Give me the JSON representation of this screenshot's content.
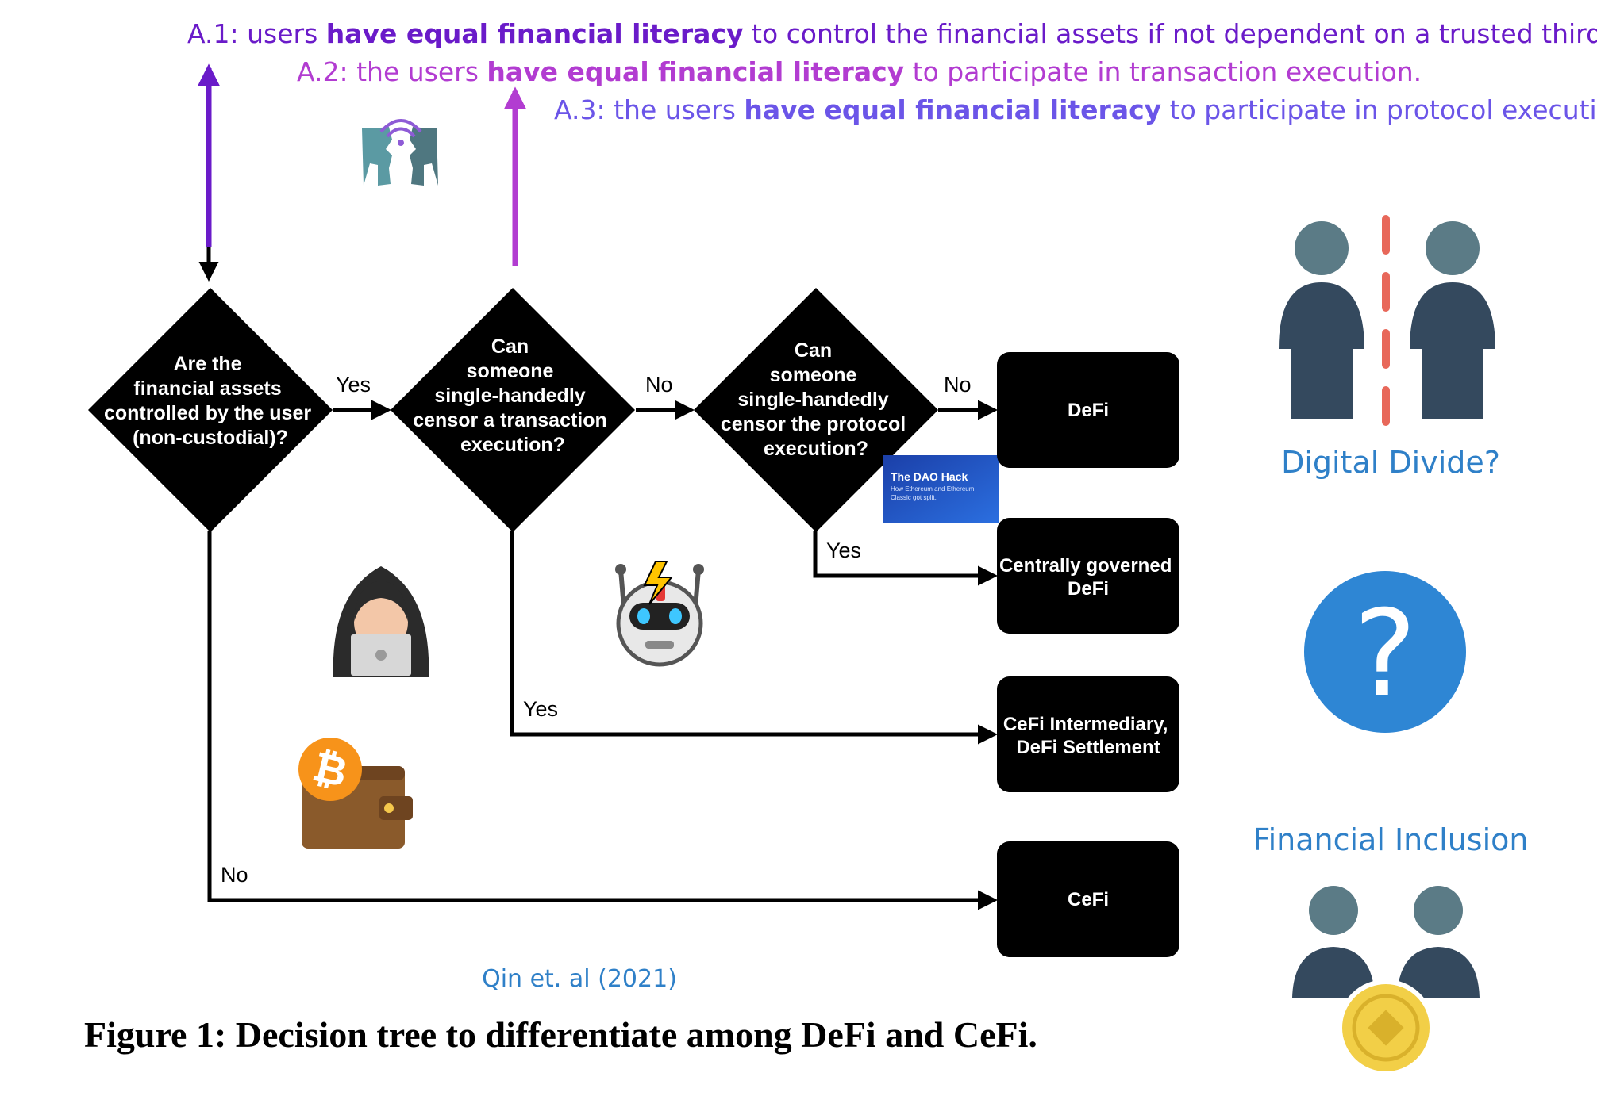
{
  "assumptions": [
    {
      "id": "A.1",
      "prefix": "A.1: users ",
      "bold": "have equal financial literacy",
      "suffix": " to control the financial assets if not dependent on a trusted third party.",
      "color": "#6a1bc9"
    },
    {
      "id": "A.2",
      "prefix": "A.2: the users ",
      "bold": "have equal financial literacy",
      "suffix": " to participate in transaction execution.",
      "color": "#b23cd1"
    },
    {
      "id": "A.3",
      "prefix": "A.3: the users ",
      "bold": "have equal financial literacy",
      "suffix": " to participate in protocol execution.",
      "color": "#6b55e8"
    }
  ],
  "decisions": {
    "d1": [
      "Are the",
      "financial assets",
      "controlled by the user",
      "(non-custodial)?"
    ],
    "d2": [
      "Can",
      "someone",
      "single-handedly",
      "censor a transaction",
      "execution?"
    ],
    "d3": [
      "Can",
      "someone",
      "single-handedly",
      "censor the protocol",
      "execution?"
    ]
  },
  "edges": {
    "d1_yes": "Yes",
    "d2_no": "No",
    "d3_no": "No",
    "d3_yes": "Yes",
    "d2_yes": "Yes",
    "d1_no": "No"
  },
  "outcomes": {
    "defi": [
      "DeFi"
    ],
    "central": [
      "Centrally governed",
      "DeFi"
    ],
    "hybrid": [
      "CeFi Intermediary,",
      "DeFi Settlement"
    ],
    "cefi": [
      "CeFi"
    ]
  },
  "dao_thumb": {
    "title": "The DAO Hack",
    "subtitle": [
      "How Ethereum and Ethereum",
      "Classic got split."
    ]
  },
  "side": {
    "digital_divide": "Digital Divide?",
    "question_mark": "?",
    "financial_inclusion": "Financial Inclusion"
  },
  "citation": "Qin et. al (2021)",
  "caption": "Figure 1: Decision tree to differentiate among DeFi and CeFi.",
  "colors": {
    "accent": "#2f80c8",
    "figure_dark": "#34495e",
    "figure_head": "#5b7b86",
    "divider": "#e8685a",
    "coin": "#f2cf47"
  },
  "icons": [
    "communication-icon",
    "hacker-icon",
    "bitcoin-wallet-icon",
    "robot-icon",
    "dao-hack-thumbnail",
    "digital-divide-icon",
    "question-icon",
    "financial-inclusion-icon"
  ]
}
